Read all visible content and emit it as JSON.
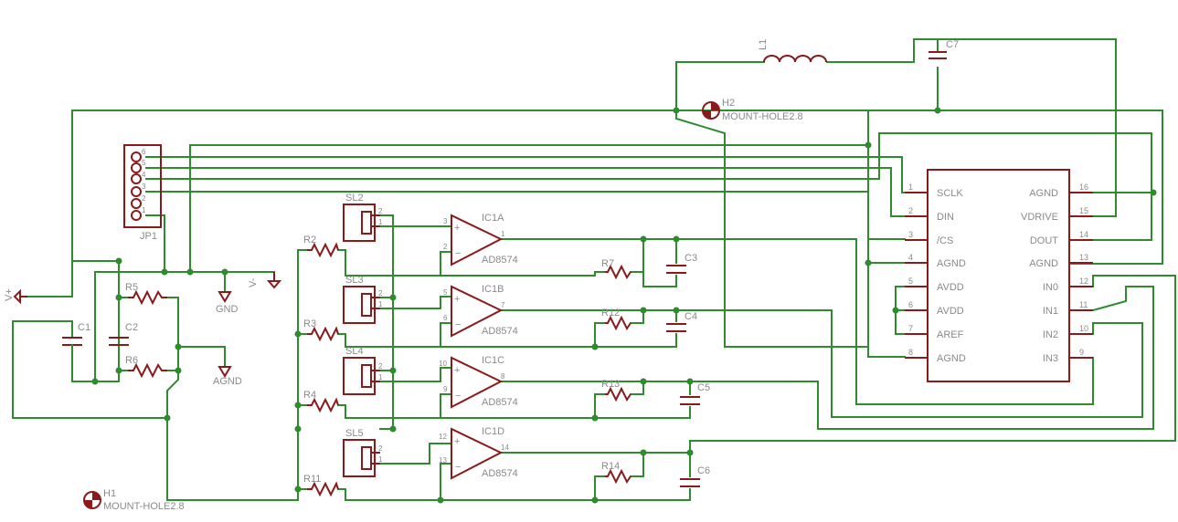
{
  "labels": {
    "jp1": "JP1",
    "h1": "H1",
    "h1_value": "MOUNT-HOLE2.8",
    "h2": "H2",
    "h2_value": "MOUNT-HOLE2.8",
    "l1": "L1",
    "c7": "C7",
    "vplus": "V+",
    "vminus": "V-",
    "gnd": "GND",
    "agnd": "AGND",
    "r5": "R5",
    "r6": "R6",
    "c1": "C1",
    "c2": "C2",
    "r2": "R2",
    "r3": "R3",
    "r4": "R4",
    "r11": "R11",
    "sl2": "SL2",
    "sl3": "SL3",
    "sl4": "SL4",
    "sl5": "SL5",
    "ic1a": "IC1A",
    "ic1b": "IC1B",
    "ic1c": "IC1C",
    "ic1d": "IC1D",
    "opamp_value": "AD8574",
    "r7": "R7",
    "r12": "R12",
    "r13": "R13",
    "r14": "R14",
    "c3": "C3",
    "c4": "C4",
    "c5": "C5",
    "c6": "C6"
  },
  "jp1_pins": [
    "6",
    "5",
    "4",
    "3",
    "2",
    "1"
  ],
  "adc_left_pins": [
    {
      "num": "1",
      "name": "SCLK"
    },
    {
      "num": "2",
      "name": "DIN"
    },
    {
      "num": "3",
      "name": "/CS"
    },
    {
      "num": "4",
      "name": "AGND"
    },
    {
      "num": "5",
      "name": "AVDD"
    },
    {
      "num": "6",
      "name": "AVDD"
    },
    {
      "num": "7",
      "name": "AREF"
    },
    {
      "num": "8",
      "name": "AGND"
    }
  ],
  "adc_right_pins": [
    {
      "num": "16",
      "name": "AGND"
    },
    {
      "num": "15",
      "name": "VDRIVE"
    },
    {
      "num": "14",
      "name": "DOUT"
    },
    {
      "num": "13",
      "name": "AGND"
    },
    {
      "num": "12",
      "name": "IN0"
    },
    {
      "num": "11",
      "name": "IN1"
    },
    {
      "num": "10",
      "name": "IN2"
    },
    {
      "num": "9",
      "name": "IN3"
    }
  ],
  "opamps": [
    {
      "plus": "3",
      "minus": "2",
      "out": "1"
    },
    {
      "plus": "5",
      "minus": "6",
      "out": "7"
    },
    {
      "plus": "10",
      "minus": "9",
      "out": "8"
    },
    {
      "plus": "12",
      "minus": "13",
      "out": "14"
    }
  ],
  "sl_pins": [
    "2",
    "1"
  ],
  "colors": {
    "wire": "#2e8b2e",
    "part": "#8b1a1a",
    "label": "#8a8a8a"
  }
}
